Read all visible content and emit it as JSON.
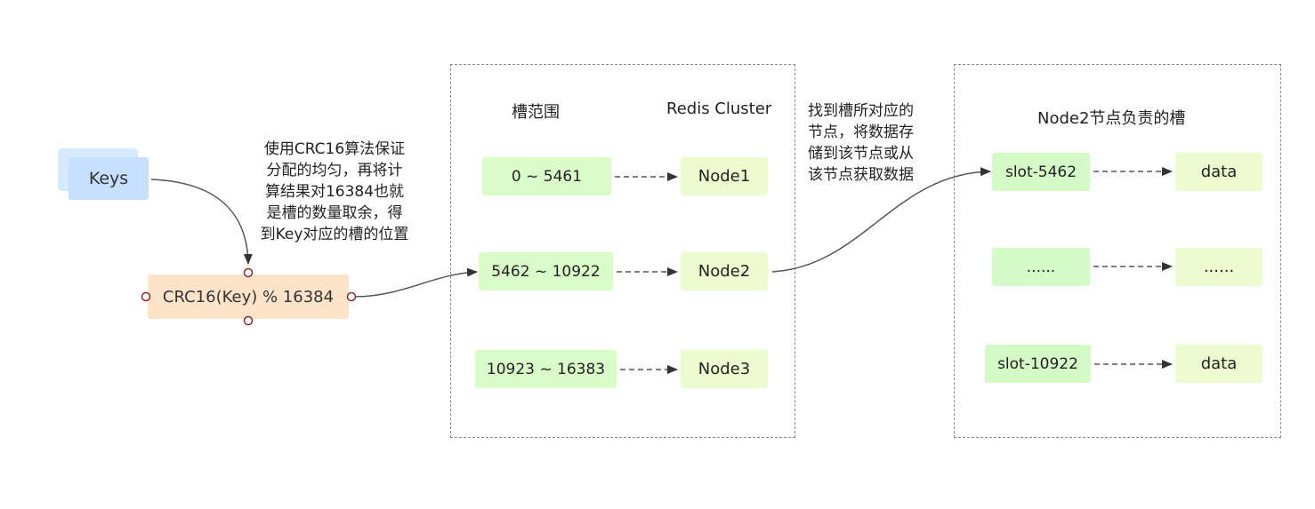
{
  "keys": {
    "label": "Keys"
  },
  "crc": {
    "formula": "CRC16(Key) % 16384"
  },
  "hash_note": {
    "lines": [
      "使用CRC16算法保证",
      "分配的均匀，再将计",
      "算结果对16384也就",
      "是槽的数量取余，得",
      "到Key对应的槽的位置"
    ]
  },
  "cluster": {
    "slot_header": "槽范围",
    "node_header": "Redis Cluster",
    "rows": [
      {
        "range": "0 ~ 5461",
        "node": "Node1"
      },
      {
        "range": "5462 ~ 10922",
        "node": "Node2"
      },
      {
        "range": "10923 ~ 16383",
        "node": "Node3"
      }
    ]
  },
  "lookup_note": {
    "lines": [
      "找到槽所对应的",
      "节点，将数据存",
      "储到该节点或从",
      "该节点获取数据"
    ]
  },
  "node2_panel": {
    "title": "Node2节点负责的槽",
    "rows": [
      {
        "slot": "slot-5462",
        "data": "data"
      },
      {
        "slot": "......",
        "data": "......"
      },
      {
        "slot": "slot-10922",
        "data": "data"
      }
    ]
  },
  "colors": {
    "keys_fill": "#c6e0fd",
    "crc_fill": "#fde3c7",
    "slot_fill": "#d9fcc9",
    "node_fill": "#ecfccf",
    "connector": "#555555",
    "frame": "#8a8a8a"
  }
}
